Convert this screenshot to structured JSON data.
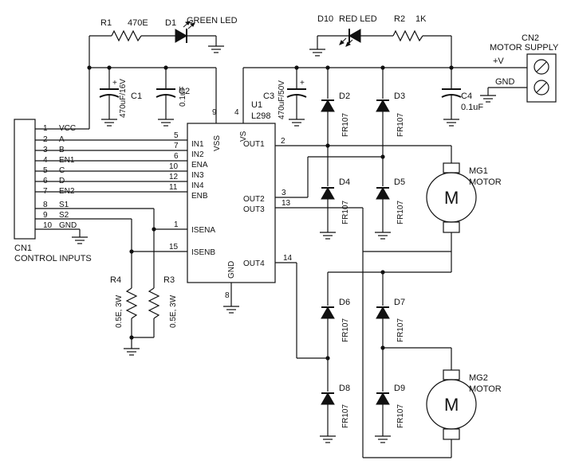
{
  "r1": {
    "ref": "R1",
    "value": "470E"
  },
  "d1": {
    "ref": "D1",
    "value": "GREEN LED"
  },
  "d10": {
    "ref": "D10",
    "value": "RED LED"
  },
  "r2": {
    "ref": "R2",
    "value": "1K"
  },
  "cn2": {
    "ref": "CN2",
    "value": "MOTOR SUPPLY",
    "pin_v": "+V",
    "pin_gnd": "GND"
  },
  "c1": {
    "ref": "C1",
    "value": "470uF/16V"
  },
  "c2": {
    "ref": "C2",
    "value": "0.1uF"
  },
  "c3": {
    "ref": "C3",
    "value": "470uF/50V"
  },
  "c4": {
    "ref": "C4",
    "value": "0.1uF"
  },
  "u1": {
    "ref": "U1",
    "value": "L298",
    "pins_left": [
      "IN1",
      "IN2",
      "ENA",
      "IN3",
      "IN4",
      "ENB",
      "ISENA",
      "ISENB"
    ],
    "pins_right": [
      "OUT1",
      "OUT2",
      "OUT3",
      "OUT4"
    ],
    "vss": "VSS",
    "vs": "VS",
    "gnd": "GND",
    "pin_numbers": {
      "vss": "9",
      "vs": "4",
      "in1": "5",
      "in2": "7",
      "ena": "6",
      "in3": "10",
      "in4": "12",
      "enb": "11",
      "isena": "1",
      "isenb": "15",
      "out1": "2",
      "out2": "3",
      "out3": "13",
      "out4": "14",
      "gnd": "8"
    }
  },
  "cn1": {
    "ref": "CN1",
    "value": "CONTROL INPUTS",
    "pins": [
      {
        "num": "1",
        "name": "VCC"
      },
      {
        "num": "2",
        "name": "A"
      },
      {
        "num": "3",
        "name": "B"
      },
      {
        "num": "4",
        "name": "EN1"
      },
      {
        "num": "5",
        "name": "C"
      },
      {
        "num": "6",
        "name": "D"
      },
      {
        "num": "7",
        "name": "EN2"
      },
      {
        "num": "8",
        "name": "S1"
      },
      {
        "num": "9",
        "name": "S2"
      },
      {
        "num": "10",
        "name": "GND"
      }
    ]
  },
  "r3": {
    "ref": "R3",
    "value": "0.5E, 3W"
  },
  "r4": {
    "ref": "R4",
    "value": "0.5E, 3W"
  },
  "diodes": [
    {
      "ref": "D2",
      "value": "FR107"
    },
    {
      "ref": "D3",
      "value": "FR107"
    },
    {
      "ref": "D4",
      "value": "FR107"
    },
    {
      "ref": "D5",
      "value": "FR107"
    },
    {
      "ref": "D6",
      "value": "FR107"
    },
    {
      "ref": "D7",
      "value": "FR107"
    },
    {
      "ref": "D8",
      "value": "FR107"
    },
    {
      "ref": "D9",
      "value": "FR107"
    }
  ],
  "mg1": {
    "ref": "MG1",
    "value": "MOTOR",
    "symbol": "M"
  },
  "mg2": {
    "ref": "MG2",
    "value": "MOTOR",
    "symbol": "M"
  }
}
